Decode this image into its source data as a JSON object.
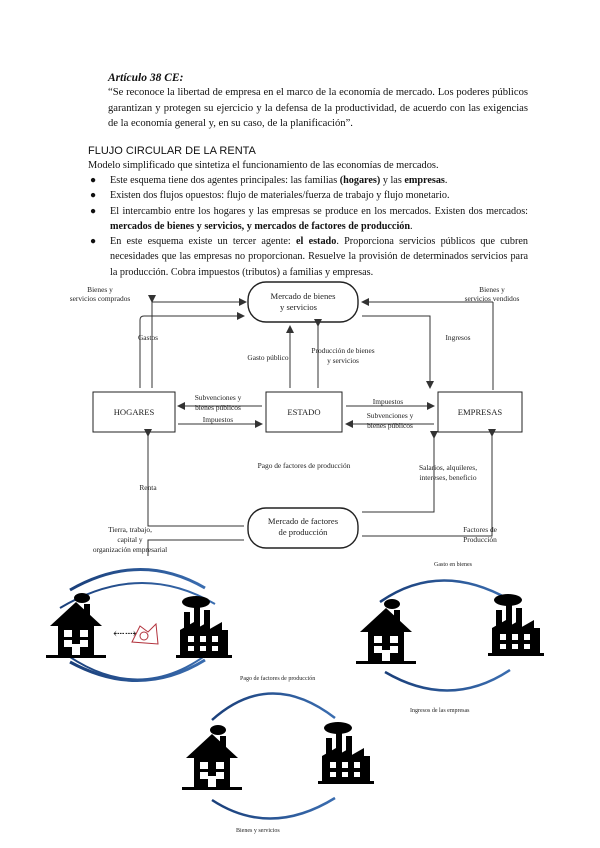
{
  "article": {
    "title": "Artículo 38 CE:",
    "quote": "“Se reconoce la libertad de empresa en el marco de la economía de mercado. Los poderes públicos garantizan y protegen su ejercicio y la defensa de la productividad, de acuerdo con las exigencias de la economía general y, en su caso, de la planificación”."
  },
  "section": {
    "title": "FLUJO CIRCULAR DE LA RENTA",
    "intro": "Modelo simplificado que sintetiza el funcionamiento de las economías de mercados.",
    "bullets": [
      {
        "parts": [
          {
            "t": "Este esquema tiene dos agentes principales: las familias ",
            "b": false
          },
          {
            "t": "(hogares)",
            "b": true
          },
          {
            "t": " y las ",
            "b": false
          },
          {
            "t": "empresas",
            "b": true
          },
          {
            "t": ".",
            "b": false
          }
        ]
      },
      {
        "parts": [
          {
            "t": "Existen dos flujos opuestos: flujo de materiales/fuerza de trabajo y flujo monetario.",
            "b": false
          }
        ]
      },
      {
        "parts": [
          {
            "t": "El intercambio entre los hogares y las empresas se produce en los mercados. Existen dos mercados: ",
            "b": false
          },
          {
            "t": "mercados de bienes y servicios, y mercados de factores de producción",
            "b": true
          },
          {
            "t": ".",
            "b": false
          }
        ]
      },
      {
        "parts": [
          {
            "t": "En este esquema existe un tercer agente: ",
            "b": false
          },
          {
            "t": "el estado",
            "b": true
          },
          {
            "t": ". Proporciona servicios públicos que cubren necesidades que las empresas no proporcionan. Resuelve la provisión de determinados servicios para la producción. Cobra impuestos (tributos) a familias y empresas.",
            "b": false
          }
        ]
      }
    ],
    "bullet_symbol": "●"
  },
  "diagram": {
    "market_goods": "Mercado de bienes y servicios",
    "market_factors": "Mercado de factores de producción",
    "households": "HOGARES",
    "state": "ESTADO",
    "firms": "EMPRESAS",
    "goods_bought": "Bienes y servicios comprados",
    "goods_sold": "Bienes y servicios vendidos",
    "gastos": "Gastos",
    "ingresos": "Ingresos",
    "gasto_publico": "Gasto público",
    "produccion_bienes": "Producción de bienes y servicios",
    "subvenciones_hogares": "Subvenciones y bienes públicos",
    "impuestos_hogares": "Impuestos",
    "impuestos_empresas": "Impuestos",
    "subvenciones_empresas": "Subvenciones y bienes públicos",
    "pago_factores": "Pago de factores de producción",
    "salarios": "Salarios, alquileres, intereses, beneficio",
    "renta": "Renta",
    "tierra": "Tierra, trabajo, capital y organización empresarial",
    "factores": "Factores de Producción"
  },
  "small_labels": {
    "top_right": "Gasto en bienes",
    "bottom_right": "Ingresos de las empresas",
    "bottom_top": "Pago de factores de producción",
    "bottom_bottom": "Bienes y servicios"
  }
}
